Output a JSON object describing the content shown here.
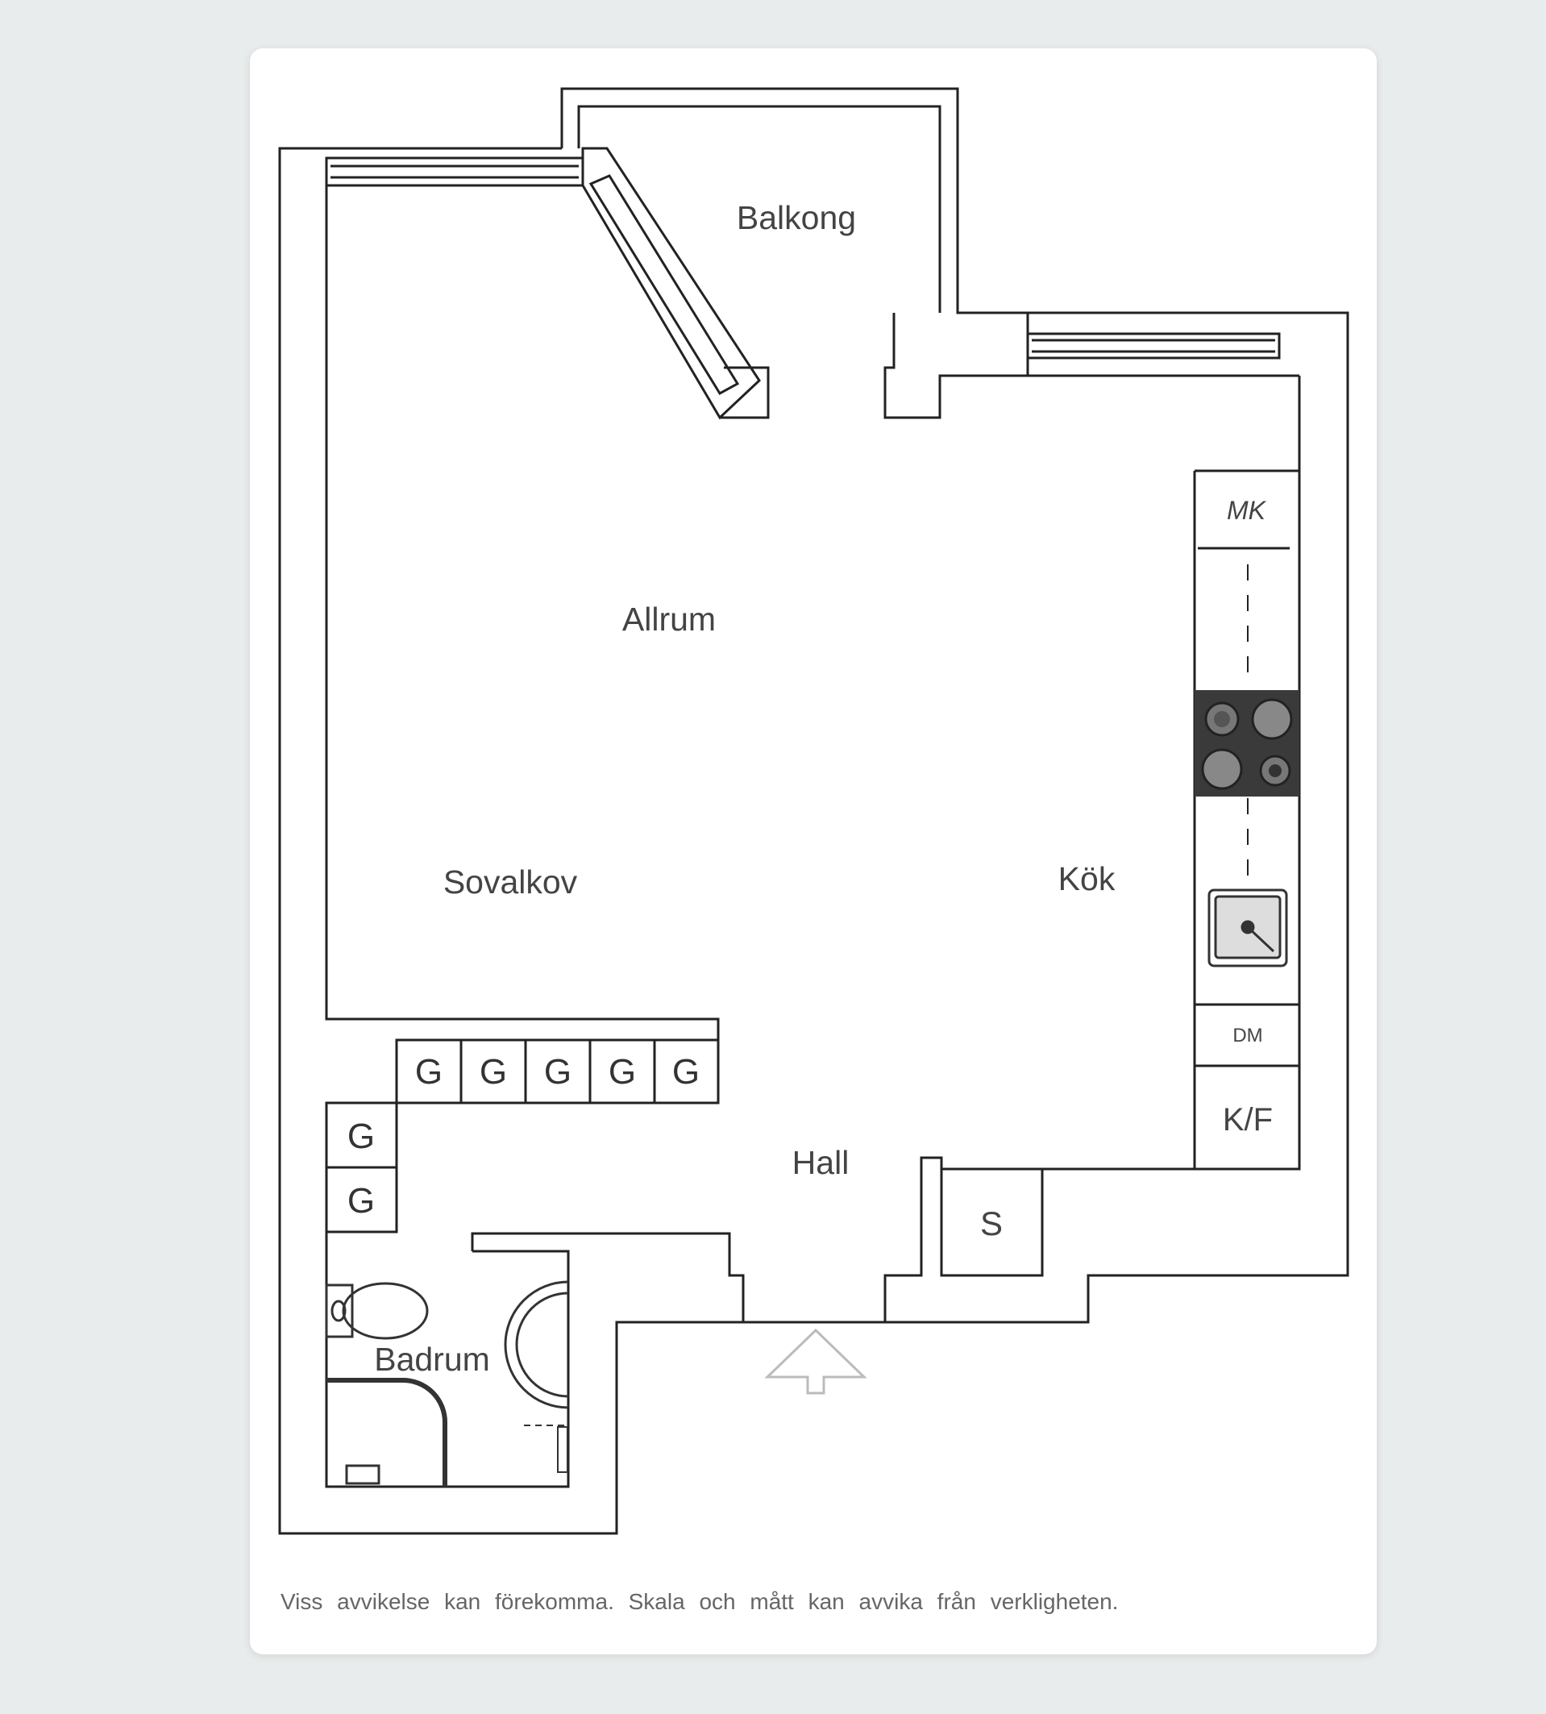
{
  "rooms": {
    "balkong": "Balkong",
    "allrum": "Allrum",
    "sovalkov": "Sovalkov",
    "kok": "Kök",
    "hall": "Hall",
    "badrum": "Badrum"
  },
  "appliances": {
    "microwave": "MK",
    "dishwasher": "DM",
    "fridge_freezer": "K/F",
    "storage": "S"
  },
  "wardrobes": [
    "G",
    "G",
    "G",
    "G",
    "G",
    "G",
    "G"
  ],
  "disclaimer": "Viss avvikelse kan förekomma. Skala och mått kan avvika från verkligheten."
}
